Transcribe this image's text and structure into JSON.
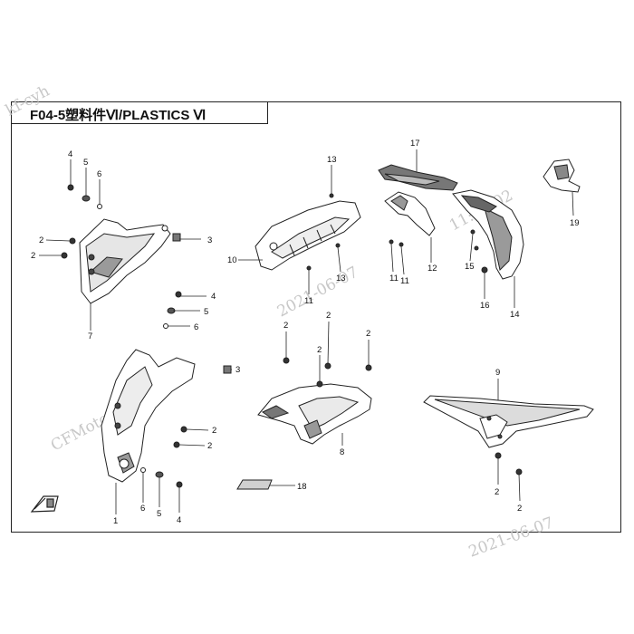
{
  "title": "F04-5塑料件Ⅵ/PLASTICS Ⅵ",
  "watermark": {
    "user": "CFMoto-cyh",
    "user_short": "kf-cyh",
    "date": "2021-06-07",
    "time": "11:46:02"
  },
  "callouts": {
    "p1": "1",
    "p2": "2",
    "p3": "3",
    "p4": "4",
    "p5": "5",
    "p6": "6",
    "p7": "7",
    "p8": "8",
    "p9": "9",
    "p10": "10",
    "p11": "11",
    "p12": "12",
    "p13": "13",
    "p14": "14",
    "p15": "15",
    "p16": "16",
    "p17": "17",
    "p18": "18",
    "p19": "19"
  },
  "colors": {
    "line": "#222222",
    "fill": "#ffffff",
    "shade": "#9a9a9a",
    "dark": "#444444",
    "watermark": "#c8c8c8"
  }
}
